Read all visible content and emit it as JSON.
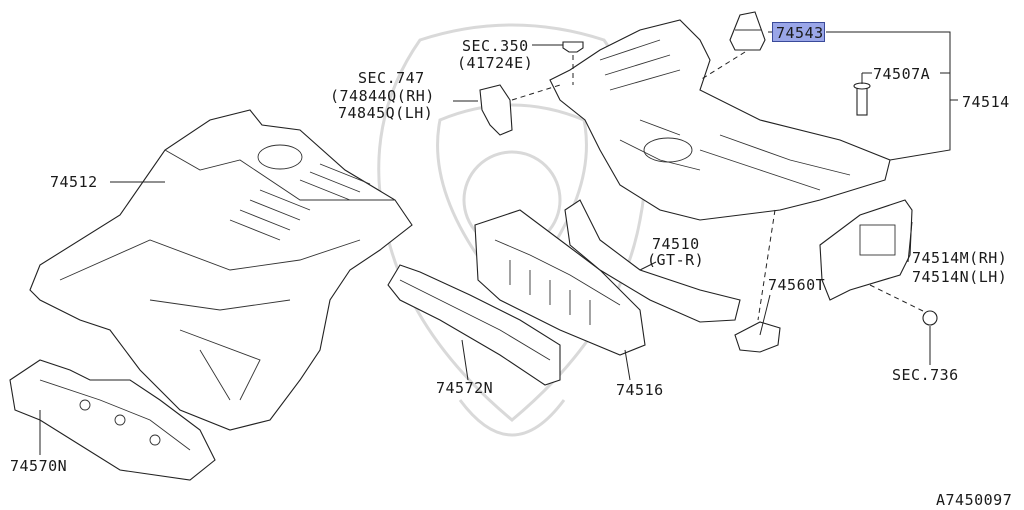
{
  "highlight_color": "#9aa6e8",
  "labels": {
    "p74543": "74543",
    "p74514": "74514",
    "p74507A": "74507A",
    "sec350": "SEC.350",
    "sec350_sub": "(41724E)",
    "sec747": "SEC.747",
    "sec747_rh": "(74844Q(RH)",
    "sec747_lh": "74845Q(LH)",
    "p74512": "74512",
    "p74510": "74510",
    "p74510_sub": "(GT-R)",
    "p74560T": "74560T",
    "p74514M": "74514M(RH)",
    "p74514N": "74514N(LH)",
    "sec736": "SEC.736",
    "p74572N": "74572N",
    "p74516": "74516",
    "p74570N": "74570N",
    "diagram_id": "A7450097"
  }
}
